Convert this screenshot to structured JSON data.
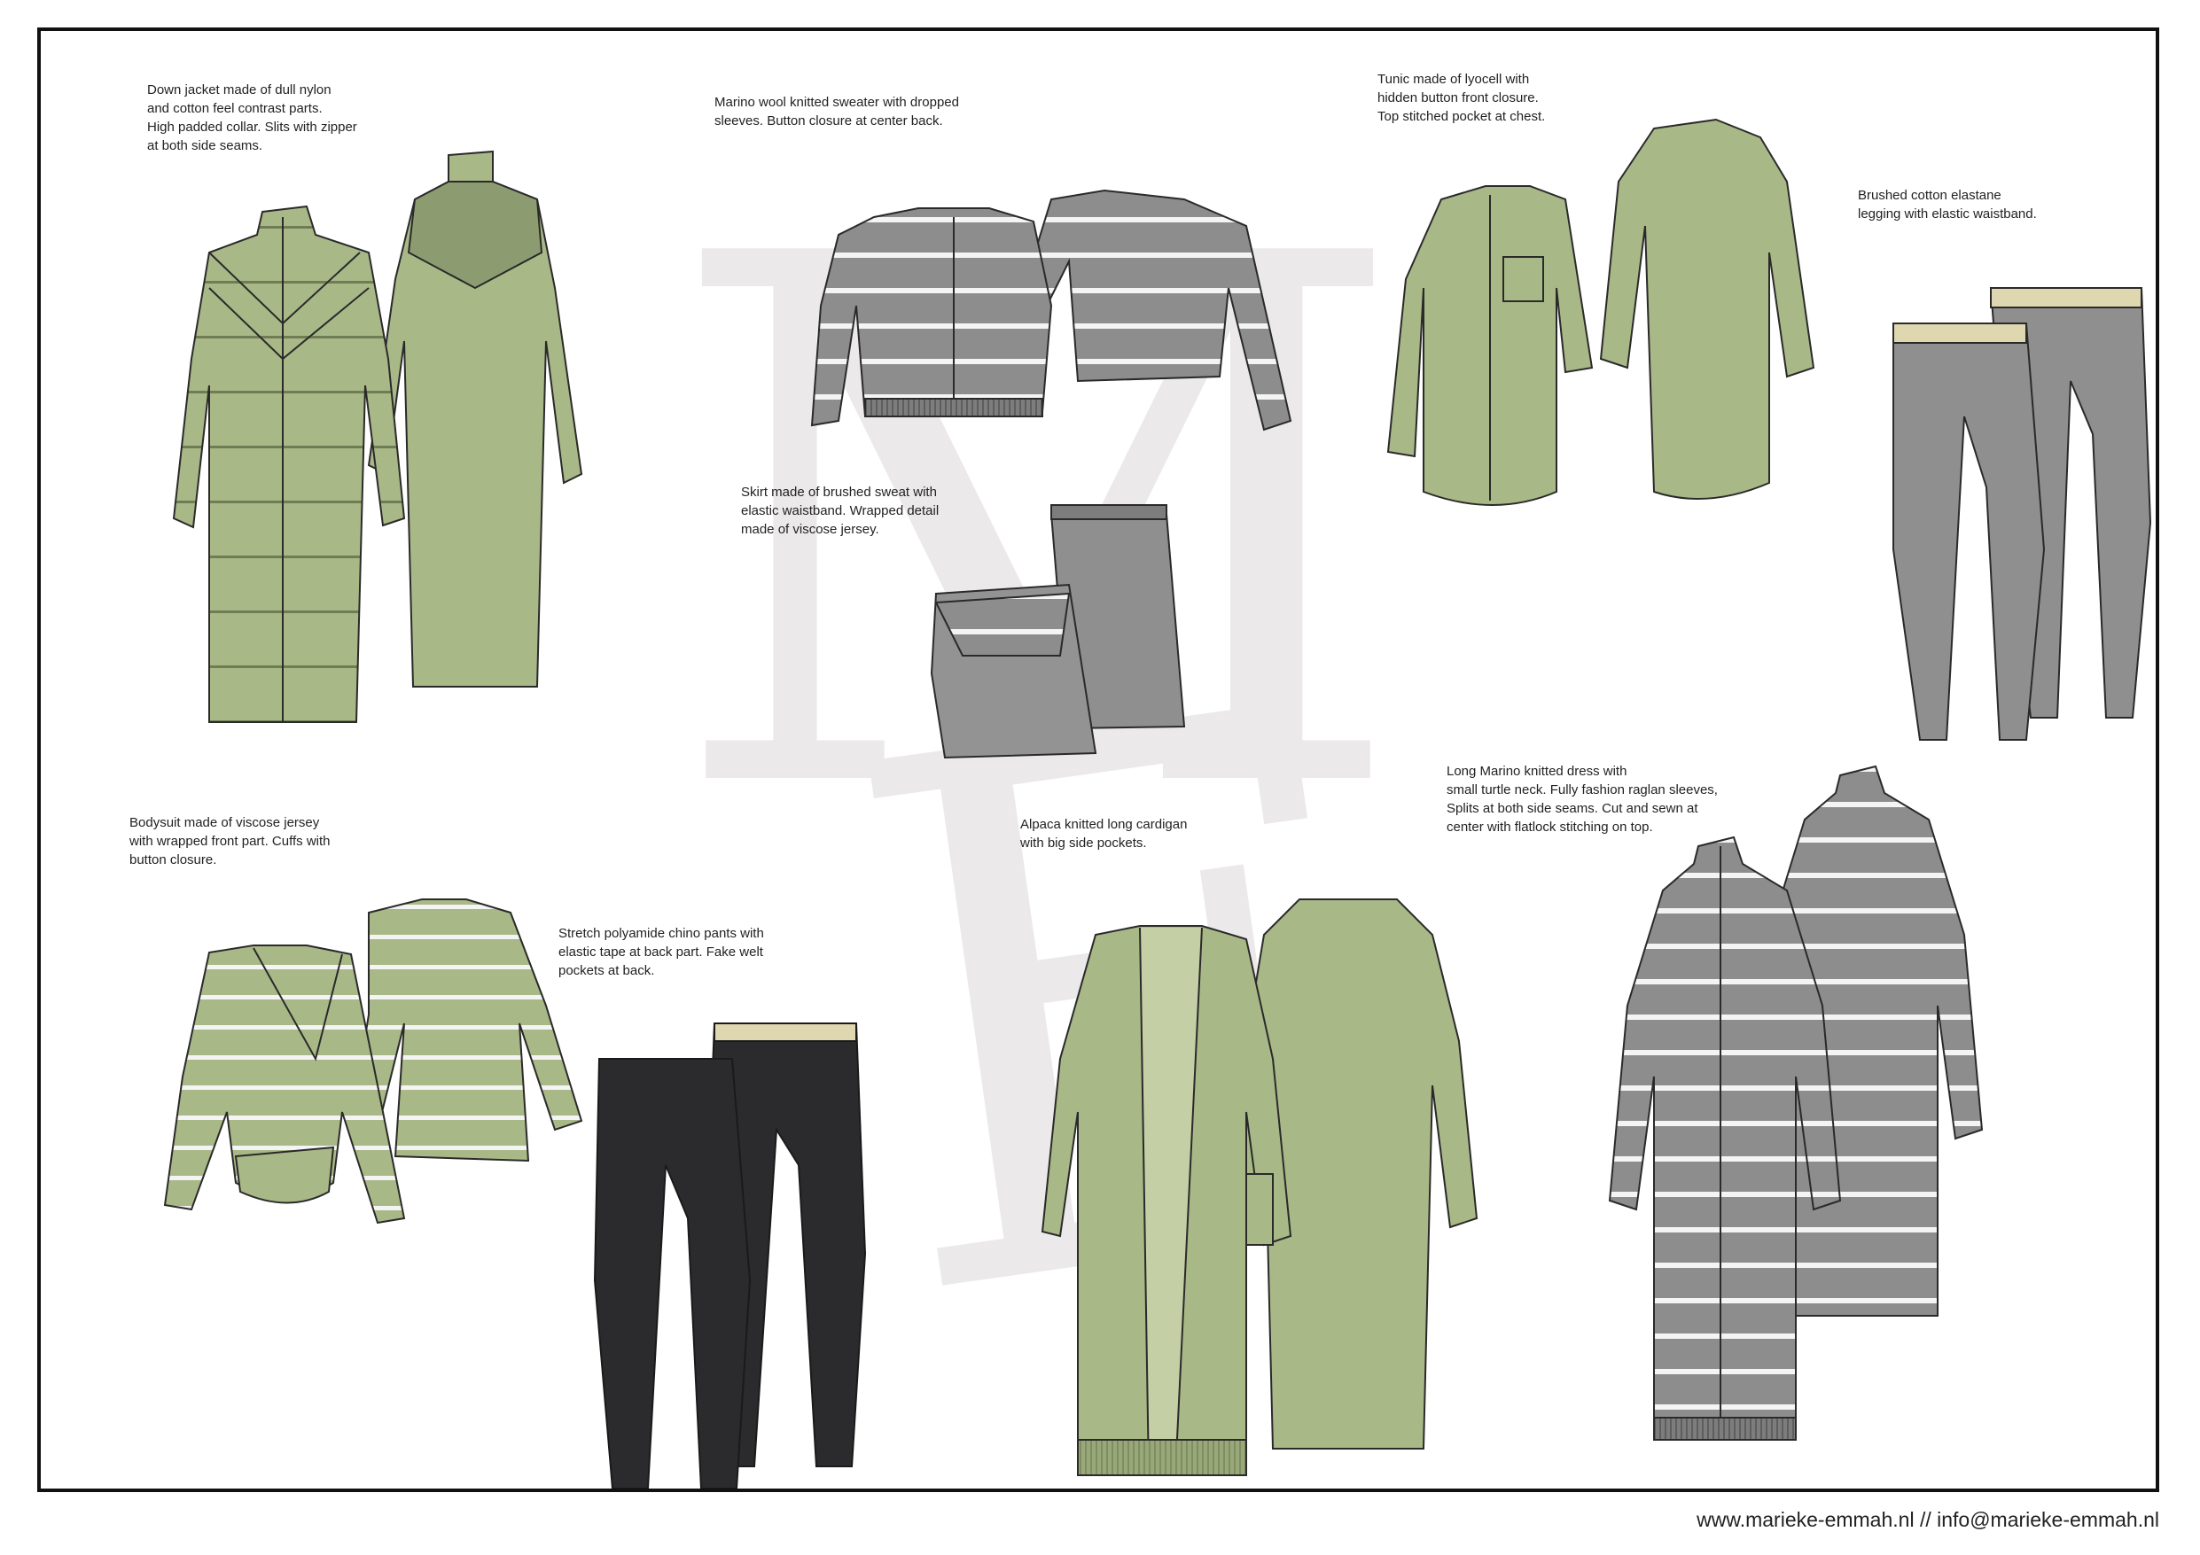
{
  "colors": {
    "sage": "#a9b887",
    "sage_dark": "#8d9c70",
    "grey": "#8d8d8d",
    "grey_dark": "#6f6f6f",
    "charcoal": "#2b2b2d",
    "stripe": "#f4f4f4",
    "outline": "#2a2a2a",
    "monogram": "#ebe9ea"
  },
  "monogram": {
    "letters": [
      "M",
      "E"
    ]
  },
  "garments": [
    {
      "id": "down-jacket",
      "desc": "Down jacket made of dull nylon\nand cotton feel contrast parts.\nHigh padded collar. Slits with zipper\nat both side seams."
    },
    {
      "id": "sweater",
      "desc": "Marino wool knitted sweater with dropped\nsleeves. Button closure at center back."
    },
    {
      "id": "tunic",
      "desc": "Tunic made of lyocell with\nhidden button front closure.\nTop stitched pocket at chest."
    },
    {
      "id": "legging",
      "desc": "Brushed cotton elastane\nlegging with elastic waistband."
    },
    {
      "id": "skirt",
      "desc": "Skirt made of brushed sweat with\nelastic waistband. Wrapped detail\nmade of viscose jersey."
    },
    {
      "id": "bodysuit",
      "desc": "Bodysuit made of viscose jersey\nwith wrapped front part. Cuffs with\nbutton closure."
    },
    {
      "id": "chino-pants",
      "desc": "Stretch polyamide chino pants with\nelastic tape at back part. Fake welt\npockets at back."
    },
    {
      "id": "cardigan",
      "desc": "Alpaca knitted long cardigan\nwith big side pockets."
    },
    {
      "id": "knit-dress",
      "desc": "Long Marino knitted dress with\nsmall turtle neck. Fully fashion raglan sleeves,\nSplits at both side seams. Cut and sewn at\ncenter with flatlock stitching on top."
    }
  ],
  "footer": {
    "contact": "www.marieke-emmah.nl // info@marieke-emmah.nl"
  }
}
